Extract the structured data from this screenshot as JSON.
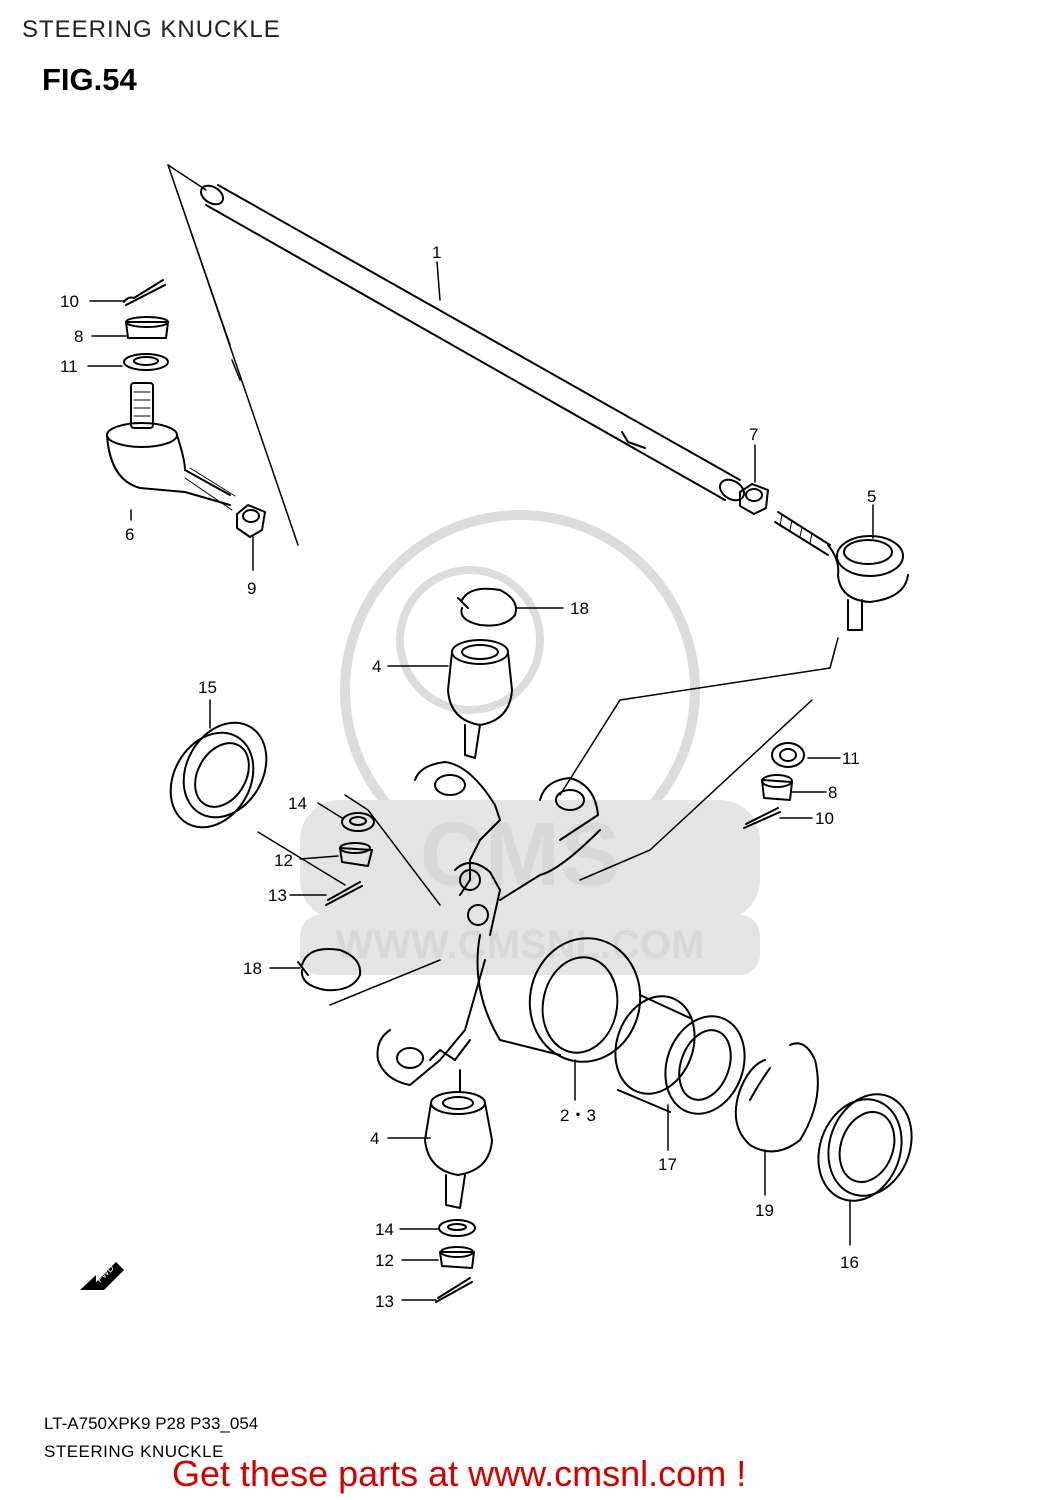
{
  "header": {
    "title": "STEERING KNUCKLE"
  },
  "figure": {
    "number": "FIG.54"
  },
  "footer": {
    "model_code": "LT-A750XPK9 P28 P33_054",
    "subtitle": "STEERING KNUCKLE",
    "cta": "Get these parts at www.cmsnl.com !"
  },
  "watermark": {
    "logo_text": "CMS",
    "url_text": "WWW.CMSNL.COM"
  },
  "direction_marker": "FWD",
  "colors": {
    "cta": "#d40000",
    "watermark": "#d8d8d8",
    "line": "#000000"
  },
  "part_labels": [
    {
      "id": "p1",
      "text": "1"
    },
    {
      "id": "p10a",
      "text": "10"
    },
    {
      "id": "p8a",
      "text": "8"
    },
    {
      "id": "p11a",
      "text": "11"
    },
    {
      "id": "p6",
      "text": "6"
    },
    {
      "id": "p9",
      "text": "9"
    },
    {
      "id": "p7",
      "text": "7"
    },
    {
      "id": "p5",
      "text": "5"
    },
    {
      "id": "p18a",
      "text": "18"
    },
    {
      "id": "p4a",
      "text": "4"
    },
    {
      "id": "p15",
      "text": "15"
    },
    {
      "id": "p11b",
      "text": "11"
    },
    {
      "id": "p8b",
      "text": "8"
    },
    {
      "id": "p10b",
      "text": "10"
    },
    {
      "id": "p14a",
      "text": "14"
    },
    {
      "id": "p12a",
      "text": "12"
    },
    {
      "id": "p13a",
      "text": "13"
    },
    {
      "id": "p18b",
      "text": "18"
    },
    {
      "id": "p23",
      "text": "2・3"
    },
    {
      "id": "p17",
      "text": "17"
    },
    {
      "id": "p19",
      "text": "19"
    },
    {
      "id": "p16",
      "text": "16"
    },
    {
      "id": "p4b",
      "text": "4"
    },
    {
      "id": "p14b",
      "text": "14"
    },
    {
      "id": "p12b",
      "text": "12"
    },
    {
      "id": "p13b",
      "text": "13"
    }
  ]
}
